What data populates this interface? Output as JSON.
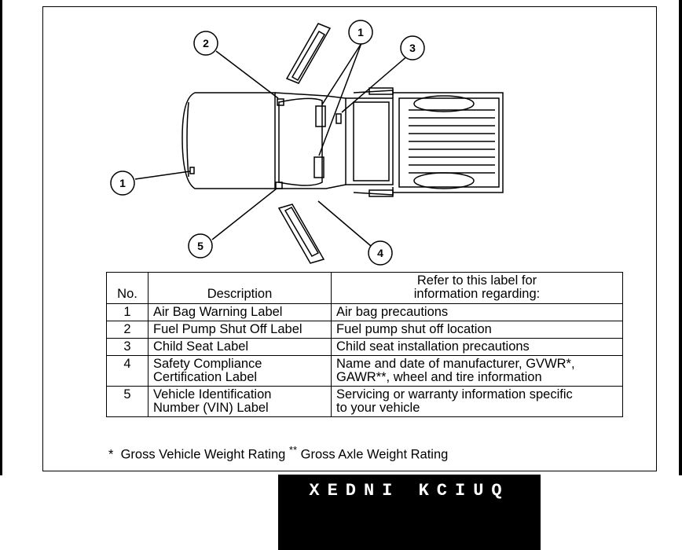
{
  "callouts": [
    "1",
    "2",
    "1",
    "3",
    "5",
    "4"
  ],
  "table": {
    "headers": {
      "no": "No.",
      "description": "Description",
      "refer_line1": "Refer to this label for",
      "refer_line2": "information regarding:"
    },
    "rows": [
      {
        "no": "1",
        "desc1": "Air Bag Warning Label",
        "desc2": "",
        "info1": "Air bag precautions",
        "info2": ""
      },
      {
        "no": "2",
        "desc1": "Fuel Pump Shut Off Label",
        "desc2": "",
        "info1": "Fuel pump shut off location",
        "info2": ""
      },
      {
        "no": "3",
        "desc1": "Child Seat Label",
        "desc2": "",
        "info1": "Child seat installation precautions",
        "info2": ""
      },
      {
        "no": "4",
        "desc1": "Safety Compliance",
        "desc2": "Certification Label",
        "info1": "Name and date of manufacturer, GVWR*,",
        "info2": "GAWR**, wheel and tire information"
      },
      {
        "no": "5",
        "desc1": "Vehicle Identification",
        "desc2": "Number (VIN) Label",
        "info1": "Servicing or warranty information specific",
        "info2": "to your vehicle"
      }
    ]
  },
  "footnote": {
    "star1": "*",
    "text1": "Gross Vehicle Weight Rating",
    "star2": "**",
    "text2": "Gross Axle Weight Rating"
  },
  "quick_index": "XEDNI KCIUQ"
}
